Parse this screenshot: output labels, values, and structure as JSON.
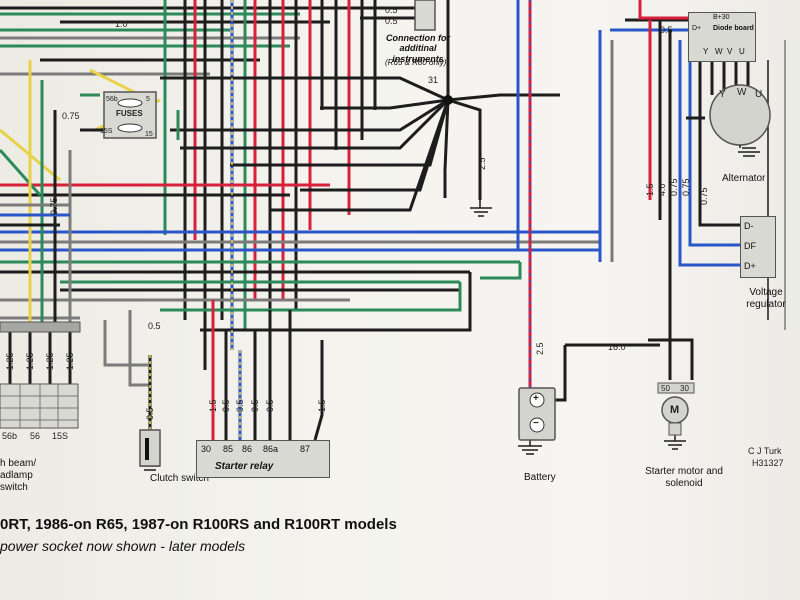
{
  "connection_box": {
    "title": "Connection for additinal instruments",
    "sub": "(R65 & R80 only)",
    "wire_a": "0.5",
    "wire_b": "0.5"
  },
  "fuses": {
    "label": "FUSES",
    "t1": "56b",
    "t2": "5",
    "t3": "15S",
    "t4": "15"
  },
  "junction_31": "31",
  "wire_labels": {
    "top_1_0": "1.0",
    "fuse_0_75": "0.75",
    "ground_2_5": "2.5",
    "left_0_75": "0.75",
    "relay_0_5": "0.5",
    "diode_0_5": "0.5",
    "alt_4_0": "4.0",
    "alt_1_5": "1.5",
    "alt_0_75a": "0.75",
    "alt_0_75b": "0.75",
    "alt_0_75c": "0.75",
    "vr_0_75": "0.75",
    "batt_2_5": "2.5",
    "starter_16_0": "16.0",
    "clutch_0_5": "0.5"
  },
  "left_wires": [
    "1.25",
    "1.25",
    "1.25",
    "1.25"
  ],
  "relay_wires": [
    "1.5",
    "0.5",
    "0.5",
    "0.5",
    "0.5",
    "1.5"
  ],
  "starter_relay": {
    "label": "Starter relay",
    "terminals": [
      "30",
      "85",
      "86",
      "86a",
      "87"
    ]
  },
  "clutch_switch": {
    "label": "Clutch switch"
  },
  "headlamp": {
    "terminals": [
      "56b",
      "56",
      "15S"
    ],
    "label1": "h beam/",
    "label2": "adlamp",
    "label3": "switch"
  },
  "diode_board": {
    "title": "Diode board",
    "top": "B+30",
    "dplus": "D+",
    "terms": [
      "Y",
      "W",
      "V",
      "U"
    ]
  },
  "alternator": {
    "label": "Alternator",
    "terms": [
      "Y",
      "W",
      "U"
    ]
  },
  "voltage_regulator": {
    "label": "Voltage regulator",
    "terms": [
      "D-",
      "DF",
      "D+"
    ]
  },
  "battery": {
    "label": "Battery",
    "plus": "+",
    "minus": "−"
  },
  "starter_motor": {
    "label": "Starter motor and solenoid",
    "terms": [
      "50",
      "30"
    ],
    "m": "M"
  },
  "credit": {
    "name": "C J Turk",
    "ref": "H31327"
  },
  "caption": {
    "line1": "0RT, 1986-on R65, 1987-on R100RS and R100RT models",
    "line2": "power socket now shown - later models"
  },
  "colors": {
    "black": "#1d1d1d",
    "red": "#d8203a",
    "blue": "#2a55c8",
    "green": "#2c8a5a",
    "yellow": "#e8d24a",
    "grey": "#7b7b7b",
    "brown": "#6b4428",
    "paper": "#f3f2ec"
  }
}
